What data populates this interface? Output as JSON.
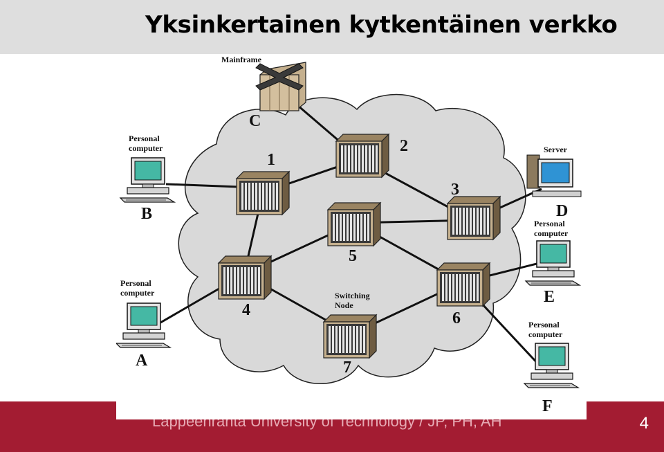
{
  "title": "Yksinkertainen kytkentäinen verkko",
  "footer": {
    "text": "Lappeenranta University of Technology / JP, PH, AH",
    "page_number": "4"
  },
  "diagram": {
    "mainframe_label": "Mainframe",
    "server_label": "Server",
    "personal_computer_label": "Personal computer",
    "switching_node_label": "Switching Node",
    "stations": [
      "A",
      "B",
      "C",
      "D",
      "E",
      "F"
    ],
    "nodes": [
      "1",
      "2",
      "3",
      "4",
      "5",
      "6",
      "7"
    ],
    "links": [
      [
        "C",
        "2"
      ],
      [
        "B",
        "1"
      ],
      [
        "1",
        "2"
      ],
      [
        "1",
        "4"
      ],
      [
        "2",
        "3"
      ],
      [
        "3",
        "5"
      ],
      [
        "3",
        "D"
      ],
      [
        "4",
        "5"
      ],
      [
        "4",
        "7"
      ],
      [
        "4",
        "A"
      ],
      [
        "5",
        "6"
      ],
      [
        "7",
        "6"
      ],
      [
        "6",
        "E"
      ],
      [
        "6",
        "F"
      ]
    ]
  },
  "colors": {
    "cloud": "#d9d9d9",
    "screen": "#45b8a4",
    "server_screen": "#2f93d4",
    "node_body": "#c5b08e",
    "footer": "#a31c32",
    "title_bar": "#dedede"
  }
}
